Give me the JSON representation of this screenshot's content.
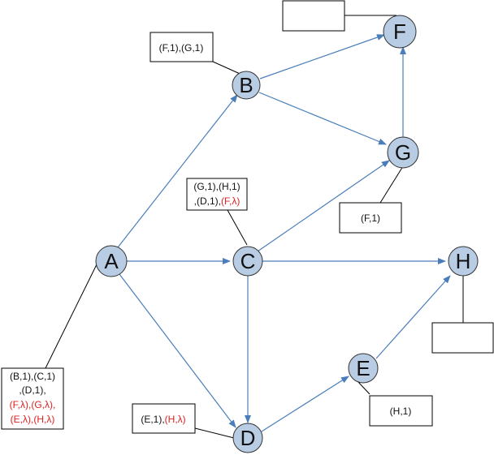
{
  "colors": {
    "node_fill": "#b8cce4",
    "node_stroke": "#333333",
    "edge": "#4a7ebb",
    "connector": "#000000",
    "highlight": "#e0201f"
  },
  "nodes": {
    "A": "A",
    "B": "B",
    "C": "C",
    "D": "D",
    "E": "E",
    "F": "F",
    "G": "G",
    "H": "H"
  },
  "boxes": {
    "a": {
      "line1": "(B,1),(C,1)",
      "line2": ",(D,1),",
      "line3": "(F,λ),(G,λ),",
      "line4": "(E,λ),(H,λ)"
    },
    "b": {
      "line1": "(F,1),(G,1)"
    },
    "c": {
      "line1": "(G,1),(H,1)",
      "line2_black": ",(D,1),",
      "line2_red": "(F,λ)"
    },
    "d": {
      "line1_black": "(E,1),",
      "line1_red": "(H,λ)"
    },
    "e": {
      "line1": "(H,1)"
    },
    "g": {
      "line1": "(F,1)"
    },
    "f": {
      "line1": ""
    },
    "h": {
      "line1": ""
    }
  }
}
